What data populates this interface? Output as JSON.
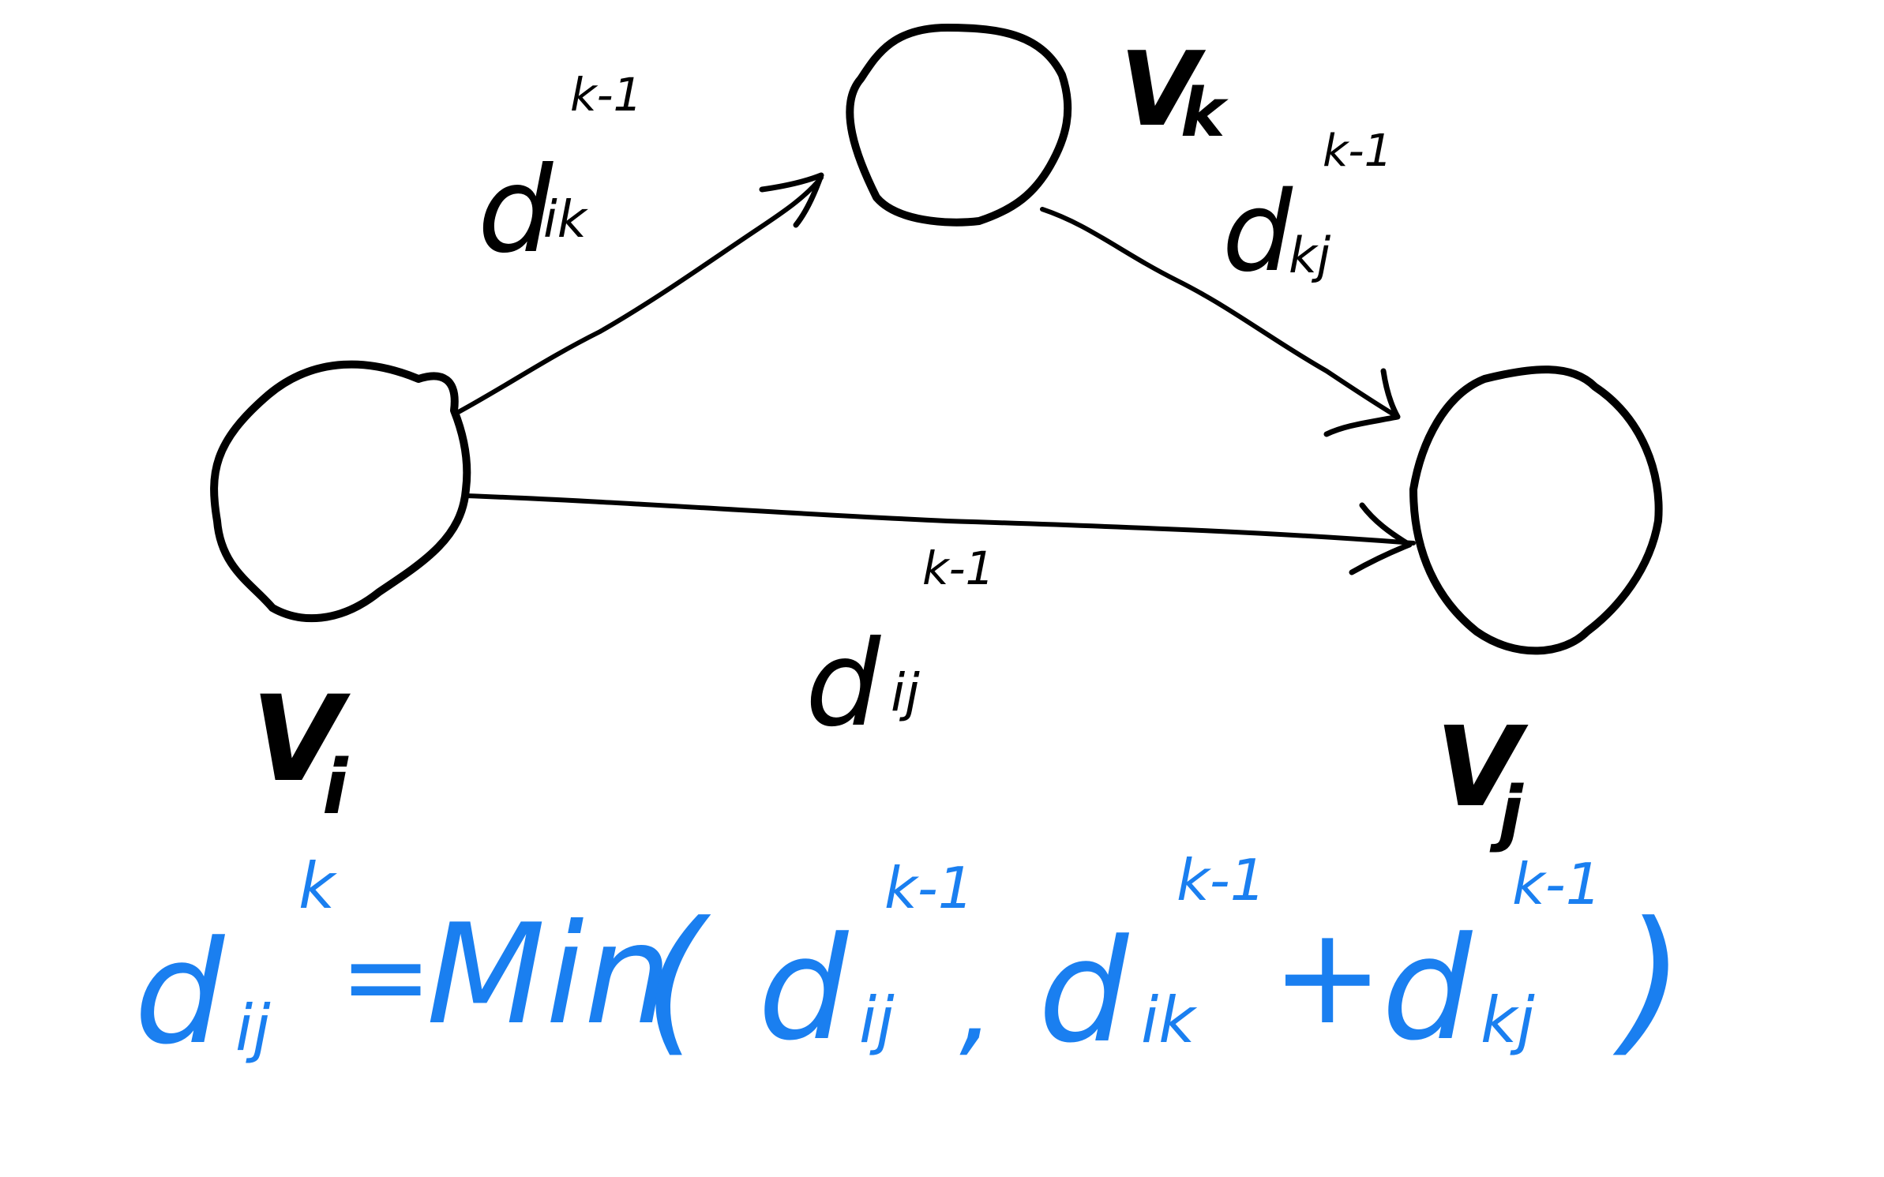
{
  "nodes": {
    "vi": {
      "letter": "V",
      "sub": "i"
    },
    "vk": {
      "letter": "V",
      "sub": "k"
    },
    "vj": {
      "letter": "V",
      "sub": "j"
    }
  },
  "edges": {
    "ik": {
      "base": "d",
      "sub": "ik",
      "sup": "k-1"
    },
    "kj": {
      "base": "d",
      "sub": "kj",
      "sup": "k-1"
    },
    "ij": {
      "base": "d",
      "sub": "ij",
      "sup": "k-1"
    }
  },
  "formula": {
    "lhs_base": "d",
    "lhs_sub": "ij",
    "lhs_sup": "k",
    "equals": "=",
    "func": "Min",
    "open_paren": "(",
    "t1_base": "d",
    "t1_sub": "ij",
    "t1_sup": "k-1",
    "comma": ",",
    "t2_base": "d",
    "t2_sub": "ik",
    "t2_sup": "k-1",
    "plus": "+",
    "t3_base": "d",
    "t3_sub": "kj",
    "t3_sup": "k-1",
    "close_paren": ")"
  },
  "colors": {
    "ink": "#000000",
    "formula": "#1a7ff0"
  }
}
